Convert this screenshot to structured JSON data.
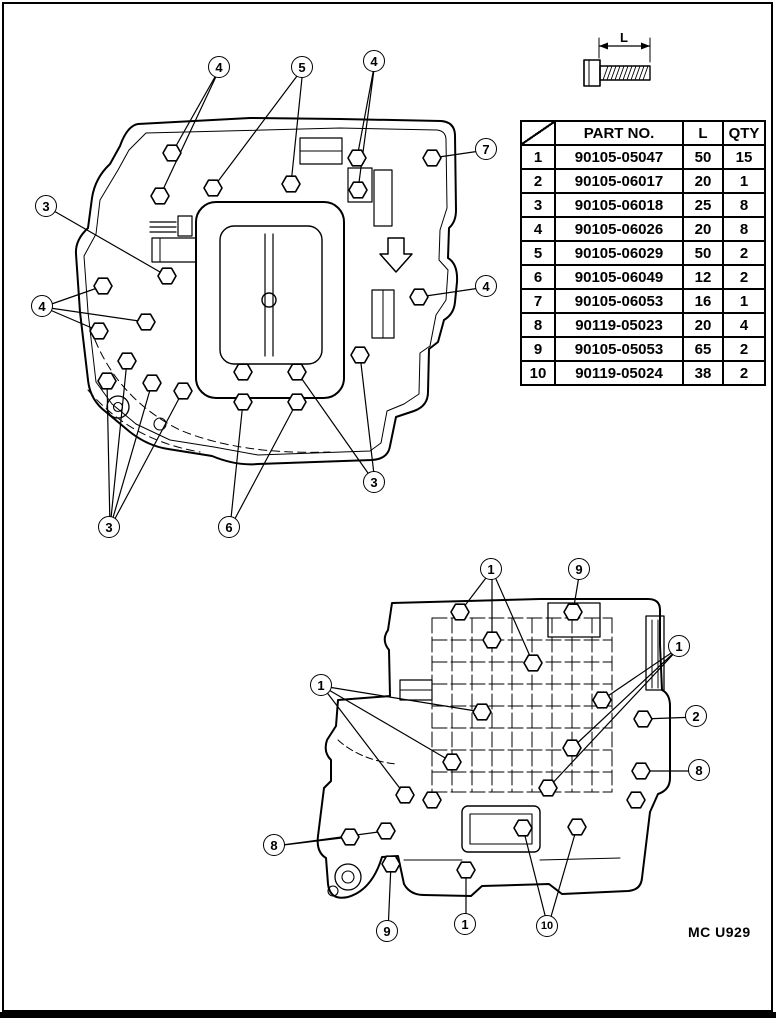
{
  "page": {
    "code": "MC U929"
  },
  "bolt_legend": {
    "dimension_label": "L"
  },
  "table": {
    "headers": {
      "ref": "",
      "part_no": "PART NO.",
      "length": "L",
      "qty": "QTY"
    },
    "rows": [
      {
        "ref": "1",
        "part_no": "90105-05047",
        "length": "50",
        "qty": "15"
      },
      {
        "ref": "2",
        "part_no": "90105-06017",
        "length": "20",
        "qty": "1"
      },
      {
        "ref": "3",
        "part_no": "90105-06018",
        "length": "25",
        "qty": "8"
      },
      {
        "ref": "4",
        "part_no": "90105-06026",
        "length": "20",
        "qty": "8"
      },
      {
        "ref": "5",
        "part_no": "90105-06029",
        "length": "50",
        "qty": "2"
      },
      {
        "ref": "6",
        "part_no": "90105-06049",
        "length": "12",
        "qty": "2"
      },
      {
        "ref": "7",
        "part_no": "90105-06053",
        "length": "16",
        "qty": "1"
      },
      {
        "ref": "8",
        "part_no": "90119-05023",
        "length": "20",
        "qty": "4"
      },
      {
        "ref": "9",
        "part_no": "90105-05053",
        "length": "65",
        "qty": "2"
      },
      {
        "ref": "10",
        "part_no": "90119-05024",
        "length": "38",
        "qty": "2"
      }
    ]
  },
  "top_diagram": {
    "callouts": [
      "4",
      "5",
      "4",
      "7",
      "3",
      "4",
      "4",
      "3",
      "3",
      "6"
    ]
  },
  "bottom_diagram": {
    "callouts": [
      "1",
      "9",
      "1",
      "1",
      "2",
      "8",
      "8",
      "9",
      "1",
      "10"
    ]
  }
}
